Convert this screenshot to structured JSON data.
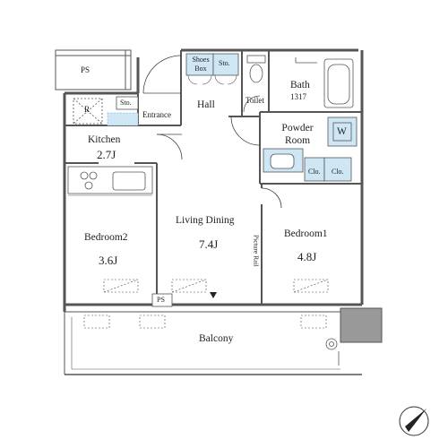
{
  "floorplan": {
    "rooms": {
      "ps_top": "PS",
      "refrigerator": "R",
      "storage_kitchen": "Sto.",
      "entrance": "Entrance",
      "kitchen": "Kitchen",
      "kitchen_size": "2.7J",
      "shoes_box_line1": "Shoes",
      "shoes_box_line2": "Box",
      "storage_hall": "Sto.",
      "hall": "Hall",
      "toilet": "Toilet",
      "bath": "Bath",
      "bath_size": "1317",
      "powder_room_line1": "Powder",
      "powder_room_line2": "Room",
      "washer": "W",
      "closet_1": "Clo.",
      "closet_2": "Clo.",
      "living_dining": "Living Dining",
      "living_dining_size": "7.4J",
      "bedroom2": "Bedroom2",
      "bedroom2_size": "3.6J",
      "bedroom1": "Bedroom1",
      "bedroom1_size": "4.8J",
      "picture_rail": "Picture Rail",
      "ps_bottom": "PS",
      "balcony": "Balcony"
    },
    "colors": {
      "wall": "#555555",
      "window_blue": "#cfe6f5",
      "dash_blue": "#8fc3e6",
      "line": "#333333"
    }
  }
}
